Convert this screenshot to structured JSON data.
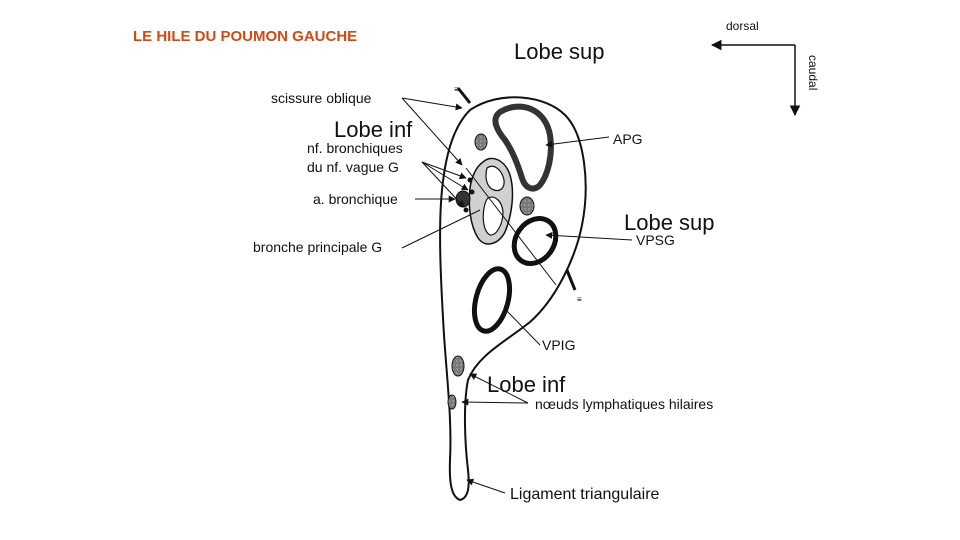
{
  "title": "LE HILE DU POUMON GAUCHE",
  "orientation": {
    "dorsal": "dorsal",
    "caudal": "caudal"
  },
  "labels": {
    "lobe_sup_top": "Lobe sup",
    "lobe_inf_top": "Lobe inf",
    "lobe_sup_right": "Lobe sup",
    "lobe_inf_bottom": "Lobe inf",
    "scissure_oblique": "scissure oblique",
    "nf_bronchiques_line1": "nf. bronchiques",
    "nf_bronchiques_line2": "du nf. vague G",
    "a_bronchique": "a. bronchique",
    "bronche_principale": "bronche principale G",
    "apg": "APG",
    "vpsg": "VPSG",
    "vpig": "VPIG",
    "noeuds": "nœuds lymphatiques hilaires",
    "ligament": "Ligament triangulaire"
  },
  "colors": {
    "title": "#d04a12",
    "vessel_fill": "#ffffff",
    "bronchus_fill": "#d0d0d0",
    "node_fill": "#808080"
  }
}
